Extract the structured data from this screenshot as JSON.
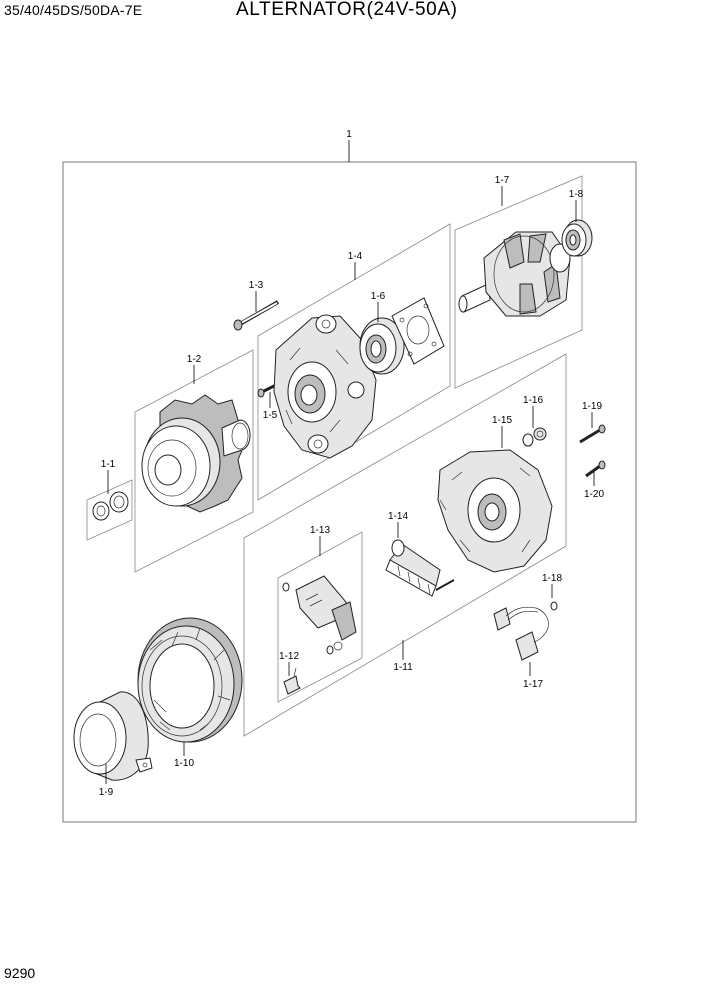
{
  "header": {
    "model": "35/40/45DS/50DA-7E",
    "title": "ALTERNATOR(24V-50A)"
  },
  "page_number": "9290",
  "callouts": [
    {
      "id": "1"
    },
    {
      "id": "1-1"
    },
    {
      "id": "1-2"
    },
    {
      "id": "1-3"
    },
    {
      "id": "1-4"
    },
    {
      "id": "1-5"
    },
    {
      "id": "1-6"
    },
    {
      "id": "1-7"
    },
    {
      "id": "1-8"
    },
    {
      "id": "1-9"
    },
    {
      "id": "1-10"
    },
    {
      "id": "1-11"
    },
    {
      "id": "1-12"
    },
    {
      "id": "1-13"
    },
    {
      "id": "1-14"
    },
    {
      "id": "1-15"
    },
    {
      "id": "1-16"
    },
    {
      "id": "1-17"
    },
    {
      "id": "1-18"
    },
    {
      "id": "1-19"
    },
    {
      "id": "1-20"
    }
  ]
}
